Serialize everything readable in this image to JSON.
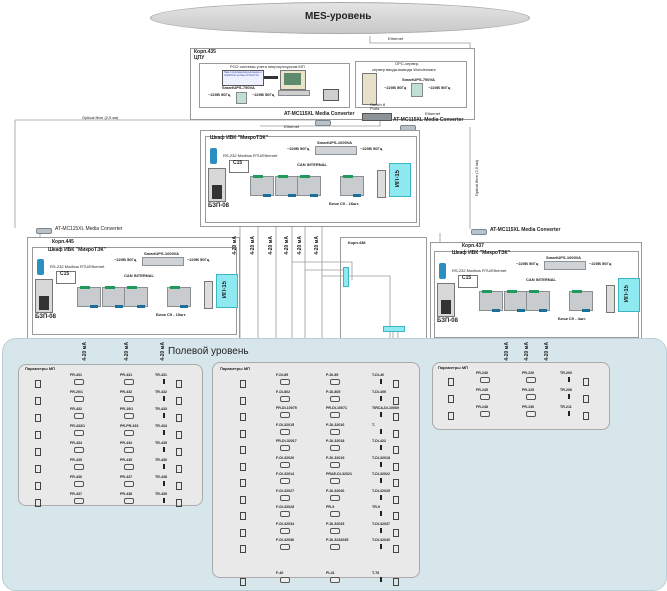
{
  "mes": {
    "title": "MES-уровень"
  },
  "links": {
    "ethernet": "Ethernet",
    "optical_fibre": "Optical fibre (2,5 км)",
    "current_loop": "4-20 мА",
    "switch": "Switch 8 Ports",
    "can": "CAN INTERNAL"
  },
  "media_converter": "AT-MC115XL Media Converter",
  "cpu_building": {
    "building": "Корп.435",
    "room": "ЦПУ",
    "workstation": {
      "title": "РСО системы учета энергоресурсов МП",
      "note": "Пакет программ визуализации и обработки на базе InTouch 9.0",
      "ups": "SmartUPS-750VA",
      "power_in": "~220В 50Гц",
      "power_out": "~220В 50Гц"
    },
    "server": {
      "title_line1": "OPC-сервер,",
      "title_line2": "сервер ввода-вывода Wonderware",
      "ups": "SmartUPS-750VA",
      "power_in": "~220В 50Гц",
      "power_out": "~220В 50Гц"
    }
  },
  "cabinets": [
    {
      "id": "main",
      "building": "",
      "title": "Шкаф ИВК \"МикроТЭК\"",
      "ups": "SmartUPS-1000VA",
      "power_in": "~220В 50Гц",
      "power_out": "~220В 50Гц",
      "gateway": "RS-232 Modbus RTU/Ethernet",
      "controller": "C15",
      "bzp": "БЗП-08",
      "psu": "ИП-15",
      "block": "Блок С9 - 16шт.",
      "signals": [
        "4-20 мА",
        "4-20 мА",
        "4-20 мА",
        "4-20 мА",
        "4-20 мА",
        "4-20 мА"
      ]
    },
    {
      "id": "left",
      "building": "Корп.445",
      "title": "Шкаф ИВК \"МикроТЭК\"",
      "ups": "SmartUPS-1000VA",
      "power_in": "~220В 50Гц",
      "power_out": "~220В 50Гц",
      "gateway": "RS-232 Modbus RTU/Ethernet",
      "controller": "C15",
      "bzp": "БЗП-08",
      "psu": "ИП-15",
      "block": "Блок С9 - 10шт.",
      "signals": [
        "4-20 мА",
        "4-20 мА",
        "4-20 мА"
      ]
    },
    {
      "id": "right",
      "building": "Корп.437",
      "title": "Шкаф ИВК \"МикроТЭК\"",
      "ups": "SmartUPS-1000VA",
      "power_in": "~220В 50Гц",
      "power_out": "~220В 50Гц",
      "gateway": "RS-232 Modbus RTU/Ethernet",
      "controller": "C15",
      "bzp": "БЗП-08",
      "psu": "ИП-15",
      "block": "Блок С9 - 4шт.",
      "signals": [
        "4-20 мА",
        "4-20 мА",
        "4-20 мА"
      ]
    }
  ],
  "building_438": "Корп.438",
  "field_level": {
    "title": "Полевой уровень",
    "panels": [
      {
        "title": "Параметры МП",
        "rows": [
          [
            "FR-431",
            "PR-431",
            "TR-431"
          ],
          [
            "FR-20/1",
            "PR-432",
            "TR-432"
          ],
          [
            "FR-432",
            "PR-19/1",
            "TR-433"
          ],
          [
            "FR-433/1",
            "PR-PR-433",
            "TR-434"
          ],
          [
            "FR-434",
            "PR-434",
            "TR-435"
          ],
          [
            "FR-435",
            "PR-435",
            "TR-436"
          ],
          [
            "FR-436",
            "PR-437",
            "TR-438"
          ],
          [
            "FR-437",
            "PR-438",
            "TR-439"
          ]
        ]
      },
      {
        "title": "Параметры МП",
        "rows": [
          [
            "F-Di-89",
            "P-Di-89",
            "T-Di-40"
          ],
          [
            "F-Di-802",
            "P-Di-805",
            "T-Di-409"
          ],
          [
            "FR-Di-10075",
            "PR-Di-10071",
            "TIRCA-Di-10069"
          ],
          [
            "F-Di-32015",
            "P-Di-32016",
            "T-"
          ],
          [
            "FR-Di-32017",
            "P-Di-32018",
            "T-Di-422"
          ],
          [
            "F-Di-32020",
            "P-Di-32019",
            "T-Di-32018"
          ],
          [
            "F-Di-32014",
            "PRAE-Di-32021",
            "T-Di-32022"
          ],
          [
            "F-Di-32027",
            "P-Di-32026",
            "T-Di-32025"
          ],
          [
            "F-Di-32028",
            "PR-9",
            "TR-9"
          ],
          [
            "F-Di-32034",
            "P-Di-32033",
            "T-Di-32037"
          ],
          [
            "F-Di-32036",
            "P-Di-3232035",
            "T-Di-32040"
          ],
          [
            "F-40",
            "PI-41",
            "T-76"
          ]
        ]
      },
      {
        "title": "Параметры МП",
        "rows": [
          [
            "FR-240",
            "PR-220",
            "TR-200"
          ],
          [
            "FR-245",
            "PR-225",
            "TR-206"
          ],
          [
            "FR-248",
            "PR-236",
            "TR-211"
          ]
        ]
      }
    ]
  }
}
